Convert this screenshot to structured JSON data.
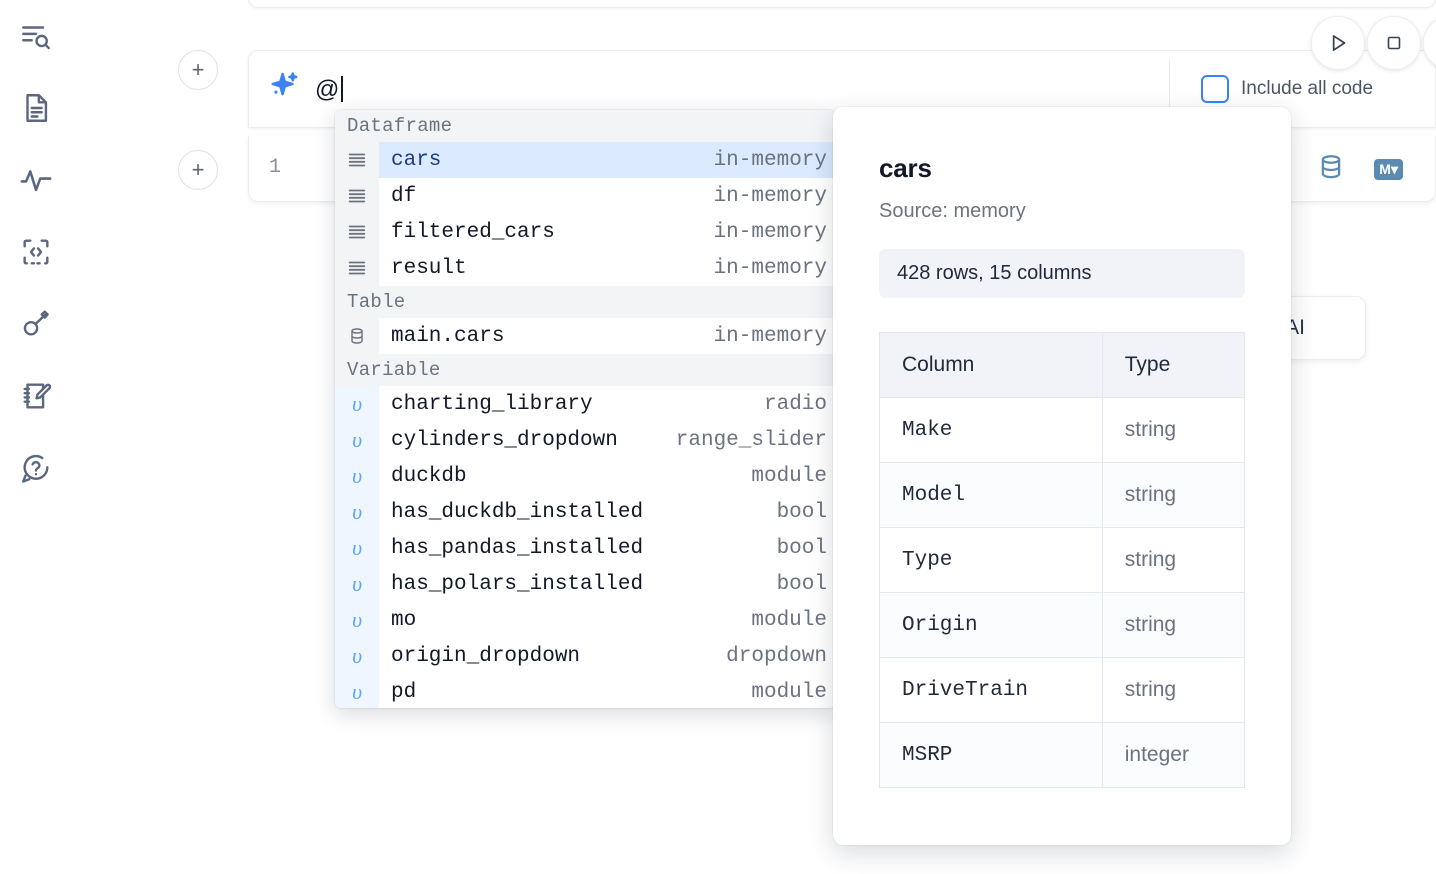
{
  "rail": {
    "items": [
      {
        "name": "explore-search-icon",
        "label": "Explore"
      },
      {
        "name": "file-document-icon",
        "label": "Notebook files"
      },
      {
        "name": "activity-pulse-icon",
        "label": "Activity"
      },
      {
        "name": "code-snippet-icon",
        "label": "Snippets"
      },
      {
        "name": "key-secrets-icon",
        "label": "Secrets"
      },
      {
        "name": "scratchpad-edit-icon",
        "label": "Scratchpad"
      },
      {
        "name": "help-chat-icon",
        "label": "Help"
      }
    ]
  },
  "cells": {
    "add_label": "+",
    "ai_prompt": {
      "value": "@",
      "spark_icon": "sparkle-ai-icon",
      "include_all_code_label": "Include all code",
      "include_all_code_checked": false
    },
    "code_cell": {
      "line_number": "1",
      "tools": [
        {
          "name": "database-icon",
          "label": "SQL"
        },
        {
          "name": "markdown-icon",
          "label": "M"
        }
      ]
    },
    "controls": [
      {
        "name": "run-button",
        "label": "Run"
      },
      {
        "name": "stop-button",
        "label": "Stop"
      }
    ]
  },
  "ai_chip": {
    "label": "h AI"
  },
  "autocomplete": {
    "groups": [
      {
        "title": "Dataframe",
        "icon": "dataframe-rows-icon",
        "items": [
          {
            "name": "cars",
            "meta": "in-memory",
            "selected": true
          },
          {
            "name": "df",
            "meta": "in-memory",
            "selected": false
          },
          {
            "name": "filtered_cars",
            "meta": "in-memory",
            "selected": false
          },
          {
            "name": "result",
            "meta": "in-memory",
            "selected": false
          }
        ]
      },
      {
        "title": "Table",
        "icon": "database-icon",
        "items": [
          {
            "name": "main.cars",
            "meta": "in-memory",
            "selected": false
          }
        ]
      },
      {
        "title": "Variable",
        "icon": "variable-icon",
        "items": [
          {
            "name": "charting_library",
            "meta": "radio",
            "selected": false
          },
          {
            "name": "cylinders_dropdown",
            "meta": "range_slider",
            "selected": false
          },
          {
            "name": "duckdb",
            "meta": "module",
            "selected": false
          },
          {
            "name": "has_duckdb_installed",
            "meta": "bool",
            "selected": false
          },
          {
            "name": "has_pandas_installed",
            "meta": "bool",
            "selected": false
          },
          {
            "name": "has_polars_installed",
            "meta": "bool",
            "selected": false
          },
          {
            "name": "mo",
            "meta": "module",
            "selected": false
          },
          {
            "name": "origin_dropdown",
            "meta": "dropdown",
            "selected": false
          },
          {
            "name": "pd",
            "meta": "module",
            "selected": false
          }
        ]
      }
    ]
  },
  "info_card": {
    "title": "cars",
    "source": "Source: memory",
    "stats": "428 rows, 15 columns",
    "table": {
      "headers": [
        "Column",
        "Type"
      ],
      "rows": [
        [
          "Make",
          "string"
        ],
        [
          "Model",
          "string"
        ],
        [
          "Type",
          "string"
        ],
        [
          "Origin",
          "string"
        ],
        [
          "DriveTrain",
          "string"
        ],
        [
          "MSRP",
          "integer"
        ]
      ]
    }
  },
  "colors": {
    "accent": "#3b82f6",
    "selected_row": "#dbeafe",
    "group_header": "#f3f4f6",
    "table_header": "#f1f3f9",
    "tool_icon": "#5b8bb0"
  }
}
